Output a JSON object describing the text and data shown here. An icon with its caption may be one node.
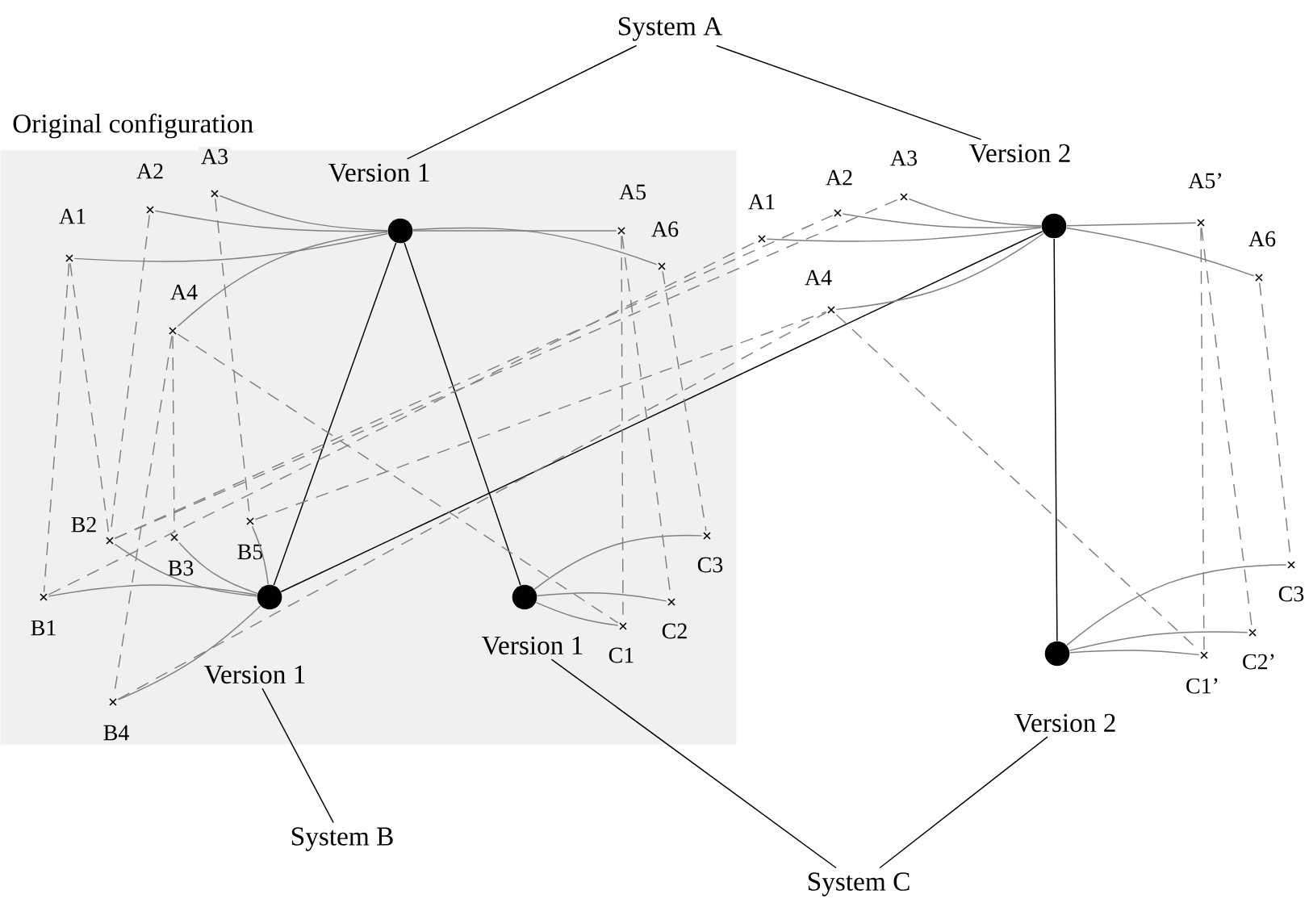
{
  "diagram": {
    "nodes": [
      {
        "text": [
          "Original configuration"
        ]
      },
      {
        "text": [
          "System A"
        ]
      },
      {
        "text": [],
        "shape": "circle",
        "beside": [
          "Version 1"
        ],
        "in": 0
      },
      {
        "text": [],
        "shape": "circle",
        "beside": [
          "Version 2"
        ]
      },
      {
        "text": [
          "A1"
        ],
        "in": 0
      },
      {
        "text": [
          "A2"
        ],
        "in": 0
      },
      {
        "text": [
          "A3"
        ],
        "in": 0
      },
      {
        "text": [
          "A4"
        ],
        "in": 0
      },
      {
        "text": [
          "A5"
        ],
        "in": 0
      },
      {
        "text": [
          "A6"
        ],
        "in": 0
      },
      {
        "text": [
          "B1"
        ],
        "in": 0
      },
      {
        "text": [
          "B2"
        ],
        "in": 0
      },
      {
        "text": [
          "B3"
        ],
        "in": 0
      },
      {
        "text": [
          "B4"
        ],
        "in": 0
      },
      {
        "text": [
          "B5"
        ],
        "in": 0
      },
      {
        "text": [
          "C1"
        ],
        "in": 0
      },
      {
        "text": [
          "C2"
        ],
        "in": 0
      },
      {
        "text": [
          "C3"
        ],
        "in": 0
      },
      {
        "text": [],
        "shape": "circle",
        "beside": [
          "Version 1"
        ],
        "in": 0
      },
      {
        "text": [],
        "shape": "circle",
        "beside": [
          "Version 1"
        ],
        "in": 0
      },
      {
        "text": [
          "A1"
        ]
      },
      {
        "text": [
          "A2"
        ]
      },
      {
        "text": [
          "A3"
        ]
      },
      {
        "text": [
          "A4"
        ]
      },
      {
        "text": [
          "A5’"
        ]
      },
      {
        "text": [
          "A6"
        ]
      },
      {
        "text": [
          "C1’"
        ]
      },
      {
        "text": [
          "C2’"
        ]
      },
      {
        "text": [
          "C3"
        ]
      },
      {
        "text": [],
        "shape": "circle",
        "beside": [
          "Version 2"
        ]
      },
      {
        "text": [
          "System B"
        ]
      },
      {
        "text": [
          "System C"
        ]
      }
    ],
    "edges": [
      {
        "from": 1,
        "to": 2,
        "arrow": "none",
        "color": "#000000"
      },
      {
        "from": 1,
        "to": 3,
        "arrow": "none",
        "color": "#000000"
      },
      {
        "from": 30,
        "to": 18,
        "arrow": "none",
        "color": "#000000"
      },
      {
        "from": 31,
        "to": 19,
        "arrow": "none",
        "color": "#000000"
      },
      {
        "from": 31,
        "to": 29,
        "arrow": "none",
        "color": "#000000"
      },
      {
        "from": 2,
        "to": 18,
        "arrow": "none",
        "color": "#000000"
      },
      {
        "from": 2,
        "to": 19,
        "arrow": "none",
        "color": "#000000"
      },
      {
        "from": 18,
        "to": 3,
        "arrow": "none",
        "color": "#000000"
      },
      {
        "from": 3,
        "to": 29,
        "arrow": "none",
        "color": "#000000"
      },
      {
        "from": 2,
        "to": 4,
        "arrow": "none"
      },
      {
        "from": 2,
        "to": 5,
        "arrow": "none"
      },
      {
        "from": 2,
        "to": 6,
        "arrow": "none"
      },
      {
        "from": 2,
        "to": 7,
        "arrow": "none"
      },
      {
        "from": 2,
        "to": 8,
        "arrow": "none"
      },
      {
        "from": 2,
        "to": 9,
        "arrow": "none"
      },
      {
        "from": 18,
        "to": 10,
        "arrow": "none"
      },
      {
        "from": 18,
        "to": 11,
        "arrow": "none"
      },
      {
        "from": 18,
        "to": 12,
        "arrow": "none"
      },
      {
        "from": 18,
        "to": 13,
        "arrow": "none"
      },
      {
        "from": 18,
        "to": 14,
        "arrow": "none"
      },
      {
        "from": 19,
        "to": 15,
        "arrow": "none"
      },
      {
        "from": 19,
        "to": 16,
        "arrow": "none"
      },
      {
        "from": 19,
        "to": 17,
        "arrow": "none"
      },
      {
        "from": 3,
        "to": 20,
        "arrow": "none"
      },
      {
        "from": 3,
        "to": 21,
        "arrow": "none"
      },
      {
        "from": 3,
        "to": 22,
        "arrow": "none"
      },
      {
        "from": 3,
        "to": 23,
        "arrow": "none"
      },
      {
        "from": 3,
        "to": 24,
        "arrow": "none"
      },
      {
        "from": 3,
        "to": 25,
        "arrow": "none"
      },
      {
        "from": 29,
        "to": 26,
        "arrow": "none"
      },
      {
        "from": 29,
        "to": 27,
        "arrow": "none"
      },
      {
        "from": 29,
        "to": 28,
        "arrow": "none"
      },
      {
        "from": 4,
        "to": 10,
        "arrow": "none",
        "style": "dashed"
      },
      {
        "from": 4,
        "to": 11,
        "arrow": "none",
        "style": "dashed"
      },
      {
        "from": 5,
        "to": 11,
        "arrow": "none",
        "style": "dashed"
      },
      {
        "from": 7,
        "to": 12,
        "arrow": "none",
        "style": "dashed"
      },
      {
        "from": 7,
        "to": 13,
        "arrow": "none",
        "style": "dashed"
      },
      {
        "from": 6,
        "to": 14,
        "arrow": "none",
        "style": "dashed"
      },
      {
        "from": 7,
        "to": 15,
        "arrow": "none",
        "style": "dashed"
      },
      {
        "from": 8,
        "to": 15,
        "arrow": "none",
        "style": "dashed"
      },
      {
        "from": 8,
        "to": 16,
        "arrow": "none",
        "style": "dashed"
      },
      {
        "from": 9,
        "to": 17,
        "arrow": "none",
        "style": "dashed"
      },
      {
        "from": 10,
        "to": 20,
        "arrow": "none",
        "style": "dashed"
      },
      {
        "from": 11,
        "to": 21,
        "arrow": "none",
        "style": "dashed"
      },
      {
        "from": 11,
        "to": 22,
        "arrow": "none",
        "style": "dashed"
      },
      {
        "from": 13,
        "to": 23,
        "arrow": "none",
        "style": "dashed"
      },
      {
        "from": 14,
        "to": 23,
        "arrow": "none",
        "style": "dashed"
      },
      {
        "from": 23,
        "to": 26,
        "arrow": "none",
        "style": "dashed"
      },
      {
        "from": 24,
        "to": 26,
        "arrow": "none",
        "style": "dashed"
      },
      {
        "from": 24,
        "to": 27,
        "arrow": "none",
        "style": "dashed"
      },
      {
        "from": 25,
        "to": 28,
        "arrow": "none",
        "style": "dashed"
      }
    ]
  }
}
